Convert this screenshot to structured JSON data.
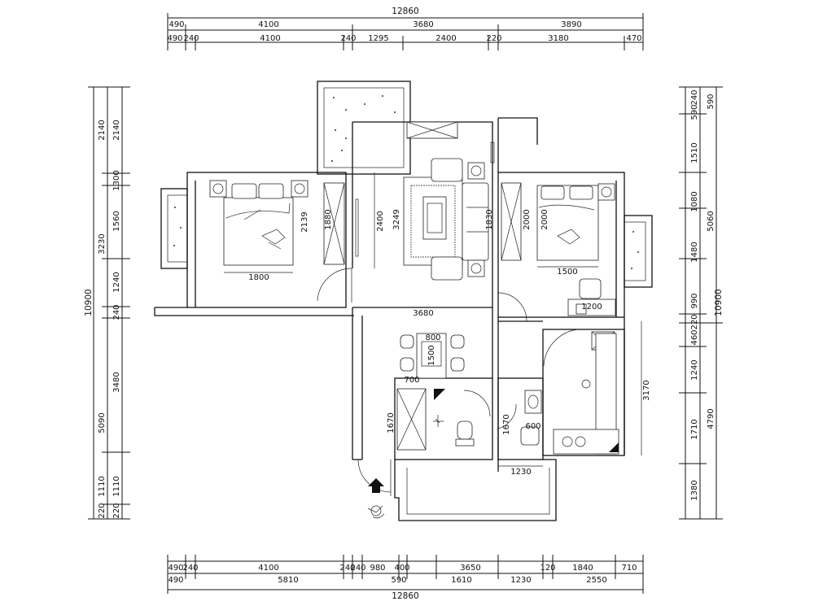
{
  "top_dims": {
    "overall": "12860",
    "row1": [
      "490",
      "4100",
      "3680",
      "3890"
    ],
    "row2": [
      "490",
      "240",
      "4100",
      "240",
      "1295",
      "2400",
      "220",
      "3180",
      "470"
    ]
  },
  "bottom_dims": {
    "row1": [
      "490",
      "240",
      "4100",
      "240",
      "240",
      "980",
      "400",
      "3650",
      "120",
      "1840",
      "710"
    ],
    "row2": [
      "490",
      "5810",
      "590",
      "1610",
      "1230",
      "2550"
    ],
    "overall": "12860"
  },
  "left_dims": {
    "overall": "10900",
    "row1": [
      "2140",
      "3230",
      "5090",
      "1110",
      "220"
    ],
    "row2": [
      "2140",
      "1300",
      "1560",
      "1240",
      "240",
      "3480",
      "1110",
      "220"
    ]
  },
  "right_dims": {
    "overall": "10900",
    "row1": [
      "590",
      "5060",
      "4790"
    ],
    "row2": [
      "240",
      "590",
      "1510",
      "1080",
      "1480",
      "990",
      "220",
      "460",
      "1240",
      "1710",
      "1380"
    ]
  },
  "room_dims": {
    "bed_left_width": "1800",
    "bed_left_length": "2139",
    "wardrobe_left": "1880",
    "wall_2400": "2400",
    "living_3249": "3249",
    "living_1830": "1830",
    "living_width": "3680",
    "bed_right_2000a": "2000",
    "bed_right_2000b": "2000",
    "bed_right_width": "1500",
    "desk_width": "1200",
    "dining_800": "800",
    "dining_1500": "1500",
    "dining_700": "700",
    "bath_1670a": "1670",
    "bath_1670b": "1670",
    "basin_600": "600",
    "balcony_1230": "1230",
    "kitchen_3170": "3170"
  }
}
